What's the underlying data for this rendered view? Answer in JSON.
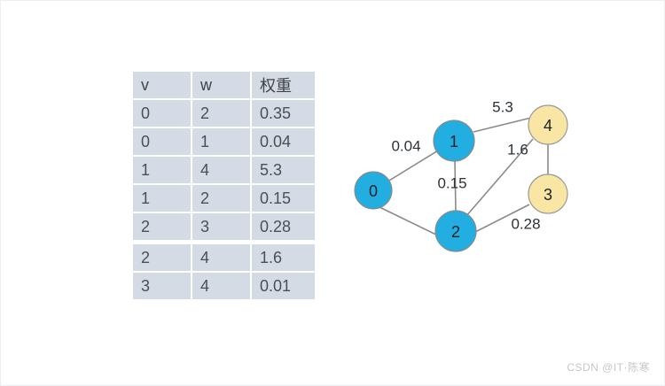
{
  "table": {
    "columns": [
      "v",
      "w",
      "权重"
    ],
    "rows": [
      {
        "v": "0",
        "w": "2",
        "weight": "0.35"
      },
      {
        "v": "0",
        "w": "1",
        "weight": "0.04"
      },
      {
        "v": "1",
        "w": "4",
        "weight": "5.3"
      },
      {
        "v": "1",
        "w": "2",
        "weight": "0.15"
      },
      {
        "v": "2",
        "w": "3",
        "weight": "0.28"
      },
      {
        "v": "2",
        "w": "4",
        "weight": "1.6"
      },
      {
        "v": "3",
        "w": "4",
        "weight": "0.01"
      }
    ]
  },
  "graph": {
    "nodes": [
      {
        "id": "0",
        "label": "0",
        "color": "#22aee0"
      },
      {
        "id": "1",
        "label": "1",
        "color": "#22aee0"
      },
      {
        "id": "2",
        "label": "2",
        "color": "#22aee0"
      },
      {
        "id": "3",
        "label": "3",
        "color": "#f9e6a5"
      },
      {
        "id": "4",
        "label": "4",
        "color": "#f9e6a5"
      }
    ],
    "edge_labels": {
      "e0_1": "0.04",
      "e1_4": "5.3",
      "e1_2": "0.15",
      "e2_4": "1.6",
      "e2_3": "0.28"
    },
    "edges": [
      {
        "from": "0",
        "to": "1",
        "label": "0.04"
      },
      {
        "from": "0",
        "to": "2",
        "label": ""
      },
      {
        "from": "1",
        "to": "4",
        "label": "5.3"
      },
      {
        "from": "1",
        "to": "2",
        "label": "0.15"
      },
      {
        "from": "2",
        "to": "4",
        "label": "1.6"
      },
      {
        "from": "2",
        "to": "3",
        "label": "0.28"
      },
      {
        "from": "3",
        "to": "4",
        "label": ""
      }
    ]
  },
  "watermark": {
    "text": "CSDN @IT·陈寒"
  }
}
